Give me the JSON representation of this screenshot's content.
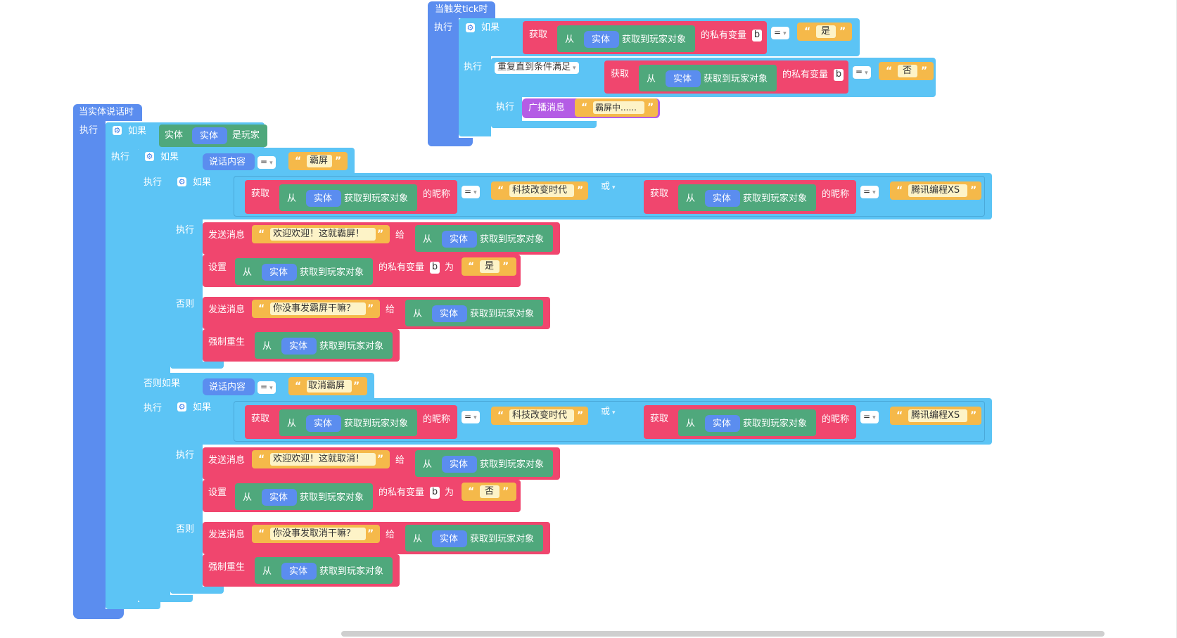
{
  "labels": {
    "tick_event": "当触发tick时",
    "entity_speak_event": "当实体说话时",
    "do": "执行",
    "if": "如果",
    "else": "否则",
    "else_if": "否则如果",
    "get": "获取",
    "from": "从",
    "entity": "实体",
    "get_player_object": "获取到玩家对象",
    "private_var": "的私有变量",
    "var_b": "b",
    "nickname": "的昵称",
    "is_player": "是玩家",
    "say_content": "说话内容",
    "eq": "=",
    "or": "或",
    "repeat_until": "重复直到条件满足",
    "broadcast": "广播消息",
    "send_message": "发送消息",
    "to": "给",
    "set": "设置",
    "as": "为",
    "force_respawn": "强制重生",
    "open_quote": "“",
    "close_quote": "”"
  },
  "strings": {
    "yes": "是",
    "no": "否",
    "screen_hogging": "霸屏中......",
    "hog": "霸屏",
    "cancel_hog": "取消霸屏",
    "user1": "科技改变时代",
    "user2": "腾讯编程XS",
    "welcome_hog": "欢迎欢迎！这就霸屏！",
    "why_hog": "你没事发霸屏干嘛？",
    "welcome_cancel": "欢迎欢迎！这就取消！",
    "why_cancel": "你没事发取消干嘛？"
  },
  "colors": {
    "event": "#5b8def",
    "control": "#5cc4f5",
    "command": "#f0466e",
    "entity_get": "#4fa87c",
    "string": "#f5b94a",
    "broadcast": "#b45ce5"
  }
}
